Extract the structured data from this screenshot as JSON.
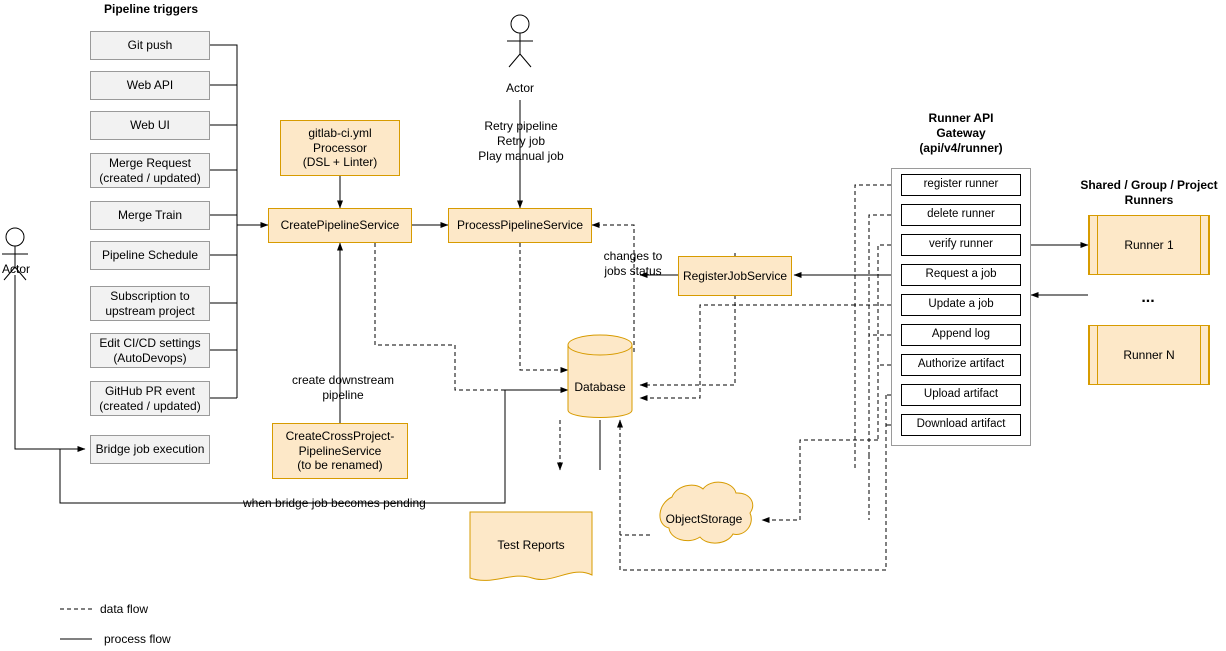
{
  "diagram": {
    "title_pipeline_triggers": "Pipeline triggers",
    "actor_left_label": "Actor",
    "actor_top_label": "Actor",
    "triggers": [
      "Git push",
      "Web API",
      "Web UI",
      "Merge Request\n(created / updated)",
      "Merge Train",
      "Pipeline Schedule",
      "Subscription to\nupstream project",
      "Edit CI/CD settings\n(AutoDevops)",
      "GitHub PR event\n(created / updated)",
      "Bridge job execution"
    ],
    "services": {
      "yml_processor": "gitlab-ci.yml\nProcessor\n(DSL + Linter)",
      "create_pipeline": "CreatePipelineService",
      "process_pipeline": "ProcessPipelineService",
      "register_job": "RegisterJobService",
      "cross_project": "CreateCrossProject-\nPipelineService\n(to be renamed)"
    },
    "storage": {
      "database": "Database",
      "test_reports": "Test Reports",
      "object_storage": "ObjectStorage"
    },
    "edge_labels": {
      "retry_pipeline": "Retry pipeline\nRetry job\nPlay manual job",
      "changes_to_jobs_status": "changes to\njobs status",
      "create_downstream": "create downstream\npipeline",
      "bridge_pending": "when bridge job becomes pending"
    },
    "runner_api": {
      "title": "Runner API\nGateway\n(api/v4/runner)",
      "items": [
        "register runner",
        "delete runner",
        "verify runner",
        "Request a job",
        "Update a job",
        "Append log",
        "Authorize artifact",
        "Upload artifact",
        "Download artifact"
      ]
    },
    "runners": {
      "title": "Shared / Group / Project\nRunners",
      "first": "Runner 1",
      "ellipsis": "...",
      "last": "Runner N"
    },
    "legend": {
      "data_flow": "data flow",
      "process_flow": "process flow"
    }
  }
}
